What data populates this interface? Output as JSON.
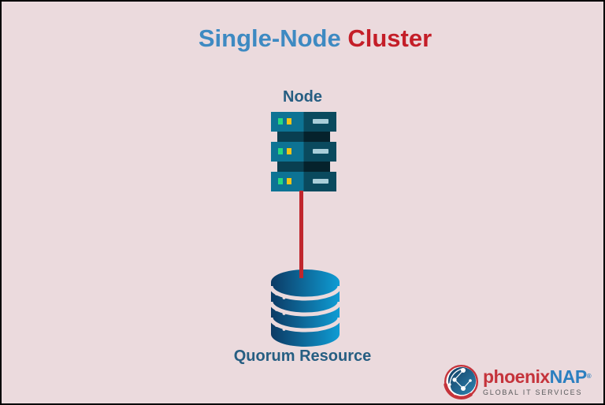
{
  "title": {
    "text_blue": "Single-Node",
    "text_red": "Cluster"
  },
  "node": {
    "label": "Node"
  },
  "quorum": {
    "label": "Quorum Resource"
  },
  "logo": {
    "brand_red": "phoenix",
    "brand_blue": "NAP",
    "registered_mark": "®",
    "tagline": "GLOBAL IT SERVICES"
  },
  "icons": {
    "node_icon": "server-stack-icon",
    "quorum_icon": "database-cylinder-icon",
    "connector": "red-vertical-line",
    "logo_icon": "globe-network-icon"
  },
  "colors": {
    "background": "#ebdadd",
    "title-blue": "#3e8ac2",
    "title-red": "#c41e28",
    "label-blue": "#265e82",
    "server-left": "#0d7394",
    "server-right": "#0a4a5e",
    "server-connector-left": "#093f51",
    "server-connector-right": "#05222c",
    "led-green": "#27d980",
    "led-yellow": "#f2c417",
    "server-bar": "#a9ced9",
    "line-red": "#c0262d",
    "db-dark": "#0c3a64",
    "db-light": "#0f9cd4",
    "logo-red": "#c5333b",
    "logo-blue": "#2b7fc0",
    "tagline-gray": "#58595b"
  }
}
